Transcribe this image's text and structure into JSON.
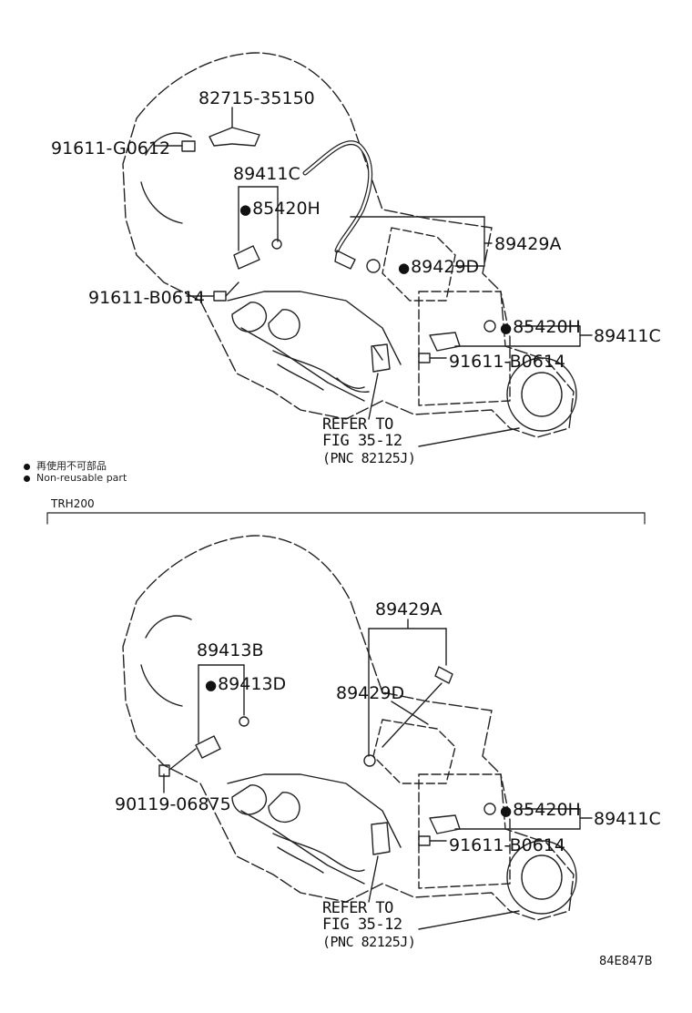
{
  "top": {
    "labels": {
      "p1": "82715-35150",
      "p2": "91611-G0612",
      "p3": "89411C",
      "p4": "85420H",
      "p5": "89429A",
      "p6": "89429D",
      "p7": "91611-B0614",
      "p8": "85420H",
      "p9": "89411C",
      "p10": "91611-B0614"
    },
    "refer": {
      "line1": "REFER TO",
      "line2": "FIG 35-12",
      "line3": "(PNC 82125J)"
    }
  },
  "legend": {
    "line1": "再使用不可部品",
    "line2": "Non-reusable part"
  },
  "section_label": "TRH200",
  "bottom": {
    "labels": {
      "q1": "89429A",
      "q2": "89413B",
      "q3": "89413D",
      "q4": "89429D",
      "q5": "90119-06875",
      "q6": "85420H",
      "q7": "89411C",
      "q8": "91611-B0614"
    },
    "refer": {
      "line1": "REFER TO",
      "line2": "FIG 35-12",
      "line3": "(PNC 82125J)"
    }
  },
  "drawing_code": "84E847B"
}
